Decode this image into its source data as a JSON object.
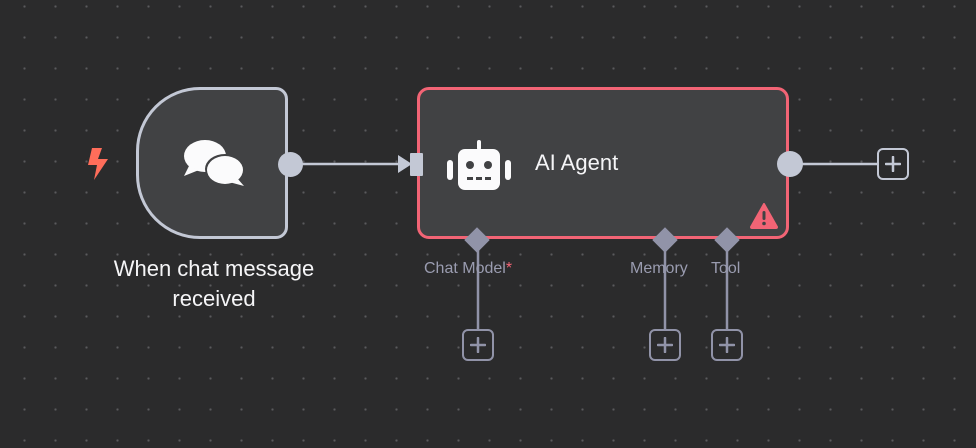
{
  "canvas": {
    "colors": {
      "background": "#2b2b2c",
      "node_fill": "#414244",
      "node_border": "#c3c8d5",
      "error_border": "#f26475",
      "trigger_accent": "#ff6d5a",
      "sub_connector": "#9193a8"
    }
  },
  "nodes": {
    "trigger": {
      "label": "When chat message received",
      "icon": "chat-bubbles-icon",
      "badge_icon": "lightning-bolt-icon"
    },
    "agent": {
      "title": "AI Agent",
      "icon": "robot-icon",
      "status_icon": "warning-triangle-icon",
      "status": "error",
      "sub_connectors": [
        {
          "label": "Chat Model",
          "required_mark": "*",
          "required": true
        },
        {
          "label": "Memory",
          "required_mark": "",
          "required": false
        },
        {
          "label": "Tool",
          "required_mark": "",
          "required": false
        }
      ]
    }
  },
  "buttons": {
    "add_after_agent": "plus-icon",
    "add_chat_model": "plus-icon",
    "add_memory": "plus-icon",
    "add_tool": "plus-icon"
  }
}
